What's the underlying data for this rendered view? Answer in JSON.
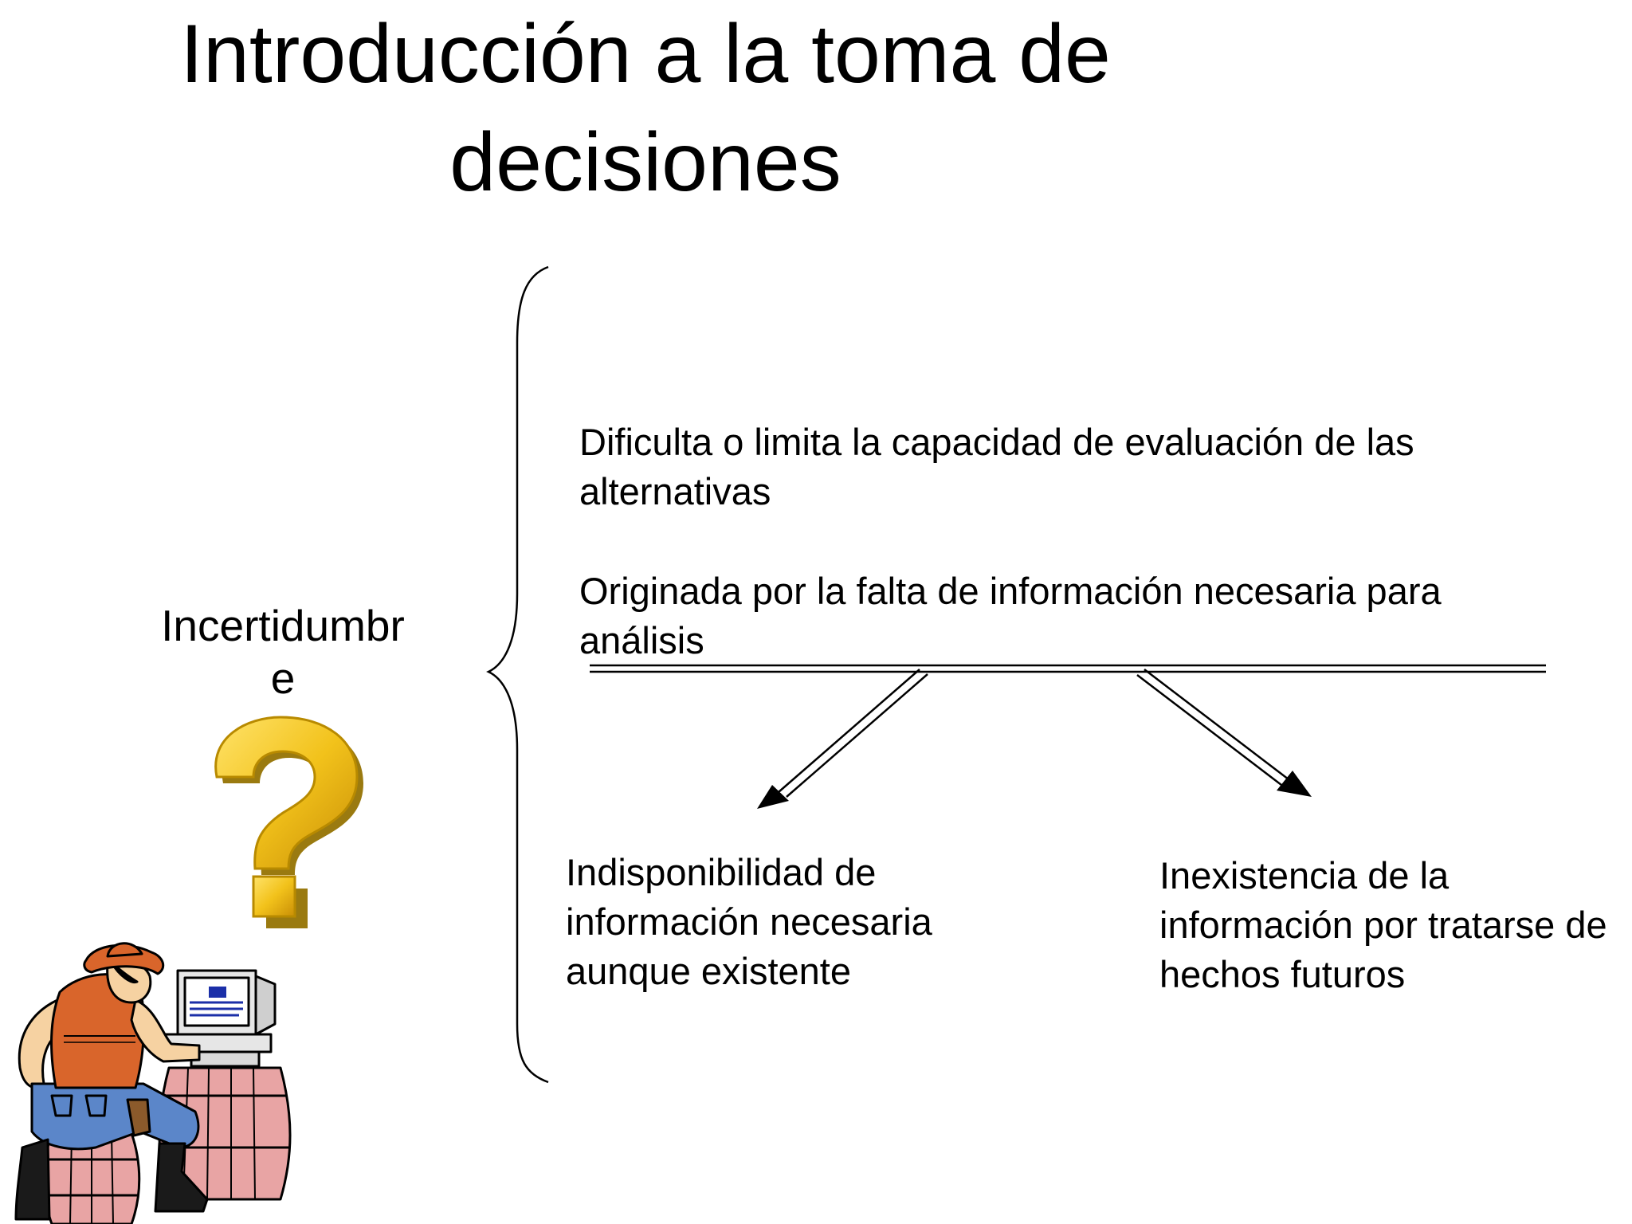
{
  "slide": {
    "title_line1": "Introducción a la toma de",
    "title_line2": "decisiones"
  },
  "diagram": {
    "concept_line1": "Incertidumbr",
    "concept_line2": "e",
    "description_1": "Dificulta o limita la capacidad de evaluación de las alternativas",
    "description_2": "Originada por la falta de información necesaria para análisis",
    "branch_left": "Indisponibilidad de información necesaria aunque existente",
    "branch_right": "Inexistencia de la información por tratarse de hechos futuros"
  },
  "icons": {
    "question_mark": "question-mark-icon",
    "illustration": "cowboy-at-computer-illustration"
  },
  "colors": {
    "question_mark": "#F2C21B",
    "vest": "#D9652B",
    "barrel": "#E8A4A4",
    "jeans": "#5B86C9"
  }
}
